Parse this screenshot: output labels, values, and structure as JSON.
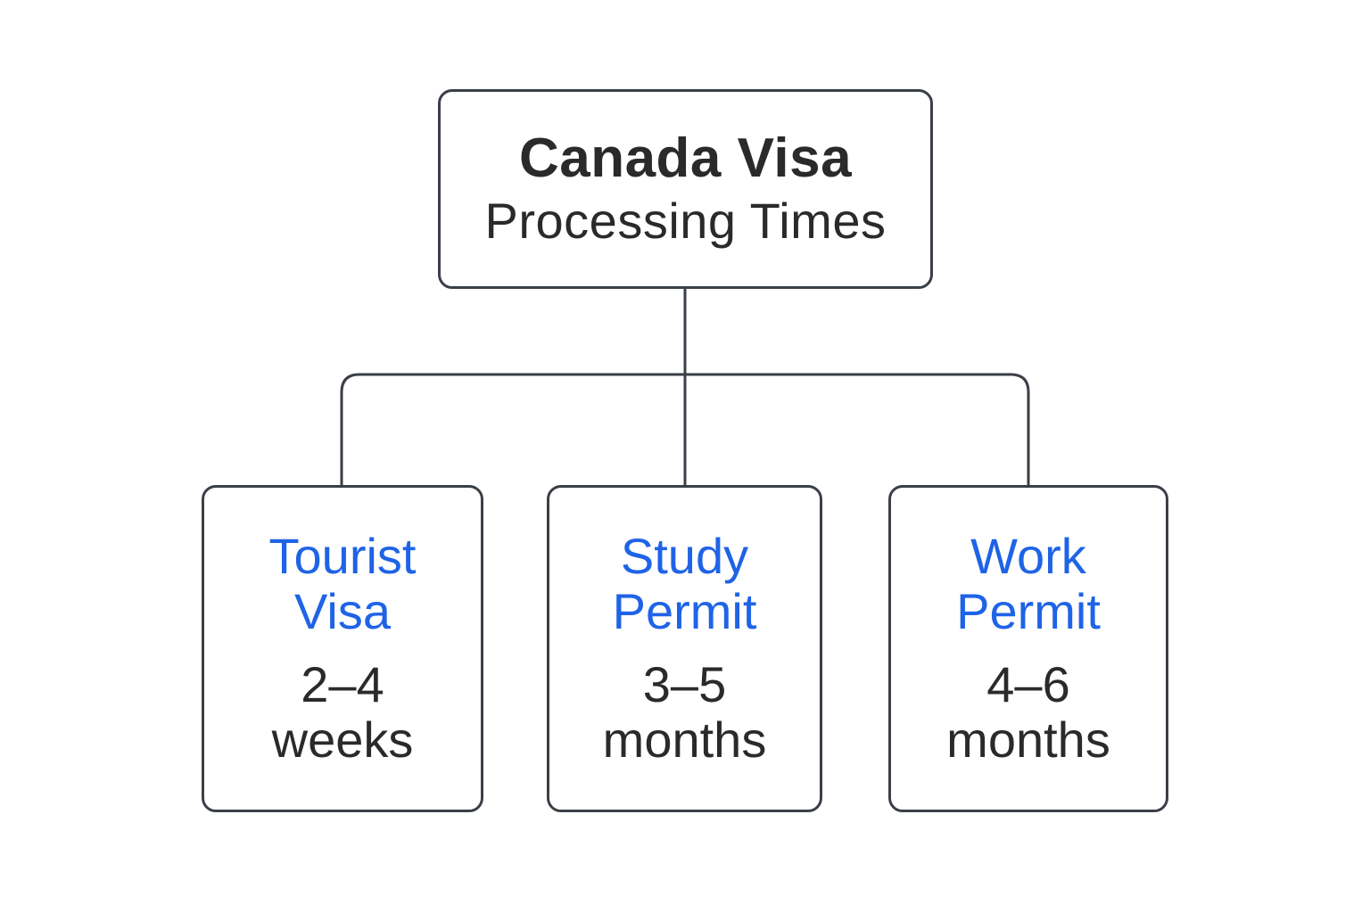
{
  "root": {
    "line1": "Canada Visa",
    "line2": "Processing Times"
  },
  "children": [
    {
      "title_line1": "Tourist",
      "title_line2": "Visa",
      "range": "2–4",
      "unit": "weeks"
    },
    {
      "title_line1": "Study",
      "title_line2": "Permit",
      "range": "3–5",
      "unit": "months"
    },
    {
      "title_line1": "Work",
      "title_line2": "Permit",
      "range": "4–6",
      "unit": "months"
    }
  ],
  "colors": {
    "border": "#3a3f47",
    "title_accent": "#1f63e6",
    "text": "#2a2a2a",
    "background": "#ffffff"
  }
}
